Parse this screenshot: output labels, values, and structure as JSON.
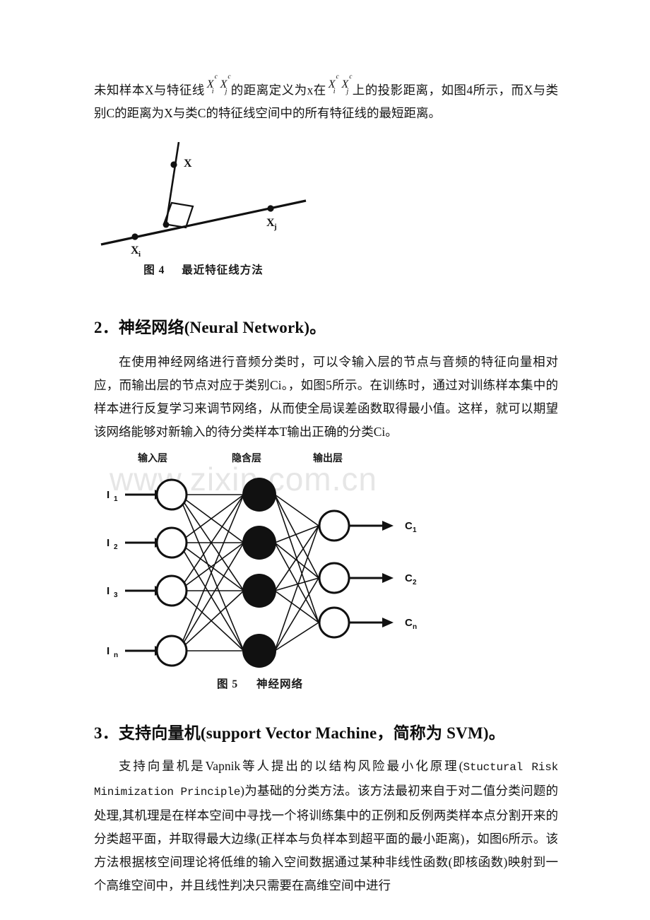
{
  "document": {
    "paragraph_1": {
      "seg_1": "未知样本X与特征线",
      "formula_1": {
        "base_i": "X",
        "sub_i": "i",
        "sup_i": "c",
        "base_j": "X",
        "sub_j": "j",
        "sup_j": "c"
      },
      "seg_2": "的距离定义为x在",
      "formula_2": {
        "base_i": "X",
        "sub_i": "i",
        "sup_i": "c",
        "base_j": "X",
        "sub_j": "j",
        "sup_j": "c"
      },
      "seg_3": "上的投影距离，如图4所示，而X与类别C的距离为X与类C的特征线空间中的所有特征线的最短距离。"
    },
    "figure_4": {
      "caption_number": "图 4",
      "caption_title": "最近特征线方法",
      "labels": {
        "point_x": "X",
        "point_xi_base": "X",
        "point_xi_sub": "i",
        "point_xj_base": "X",
        "point_xj_sub": "j"
      }
    },
    "heading_2": "2．神经网络(Neural Network)。",
    "paragraph_2": "在使用神经网络进行音频分类时，可以令输入层的节点与音频的特征向量相对应，而输出层的节点对应于类别Ci。，如图5所示。在训练时，通过对训练样本集中的样本进行反复学习来调节网络，从而使全局误差函数取得最小值。这样，就可以期望该网络能够对新输入的待分类样本T输出正确的分类Ci。",
    "figure_5": {
      "caption_number": "图 5",
      "caption_title": "神经网络",
      "watermark": "www.zixin.com.cn",
      "layer_labels": {
        "input": "输入层",
        "hidden": "隐含层",
        "output": "输出层"
      },
      "input_nodes": [
        {
          "base": "I",
          "sub": "1"
        },
        {
          "base": "I",
          "sub": "2"
        },
        {
          "base": "I",
          "sub": "3"
        },
        {
          "base": "I",
          "sub": "n"
        }
      ],
      "hidden_node_count": 4,
      "output_nodes": [
        {
          "base": "C",
          "sub": "1"
        },
        {
          "base": "C",
          "sub": "2"
        },
        {
          "base": "C",
          "sub": "n"
        }
      ],
      "colors": {
        "input_node_fill": "#ffffff",
        "hidden_node_fill": "#111111",
        "output_node_fill": "#ffffff",
        "stroke": "#111111",
        "watermark": "#e6e6e6"
      }
    },
    "heading_3": "3．支持向量机(support Vector Machine，简称为 SVM)。",
    "paragraph_3": {
      "seg_1": "支持向量机是Vapnik等人提出的以结构风险最小化原理(",
      "mono_1": "Stuctural Risk Minimization Principle",
      "seg_2": ")为基础的分类方法。该方法最初来自于对二值分类问题的处理,其机理是在样本空间中寻找一个将训练集中的正例和反例两类样本点分割开来的分类超平面，并取得最大边缘(正样本与负样本到超平面的最小距离)，如图6所示。该方法根据核空间理论将低维的输入空间数据通过某种非线性函数(即核函数)映射到一个高维空间中，并且线性判决只需要在高维空间中进行"
    }
  }
}
